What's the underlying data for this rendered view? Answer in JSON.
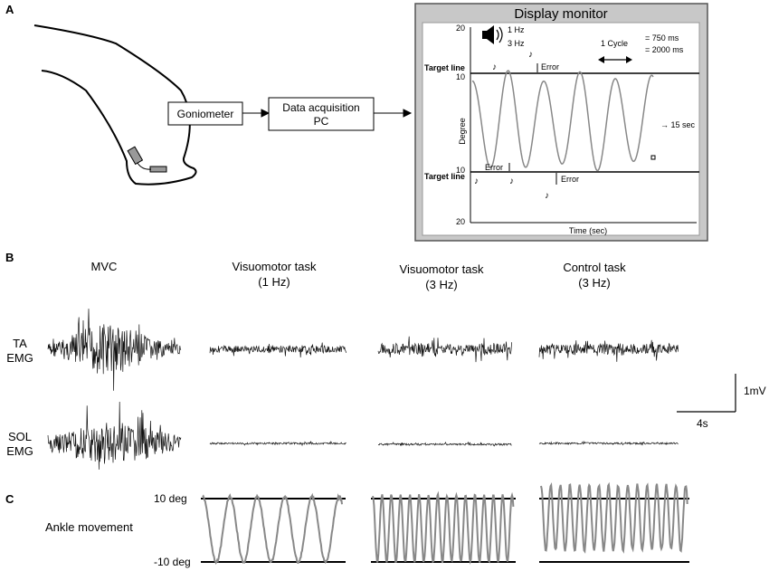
{
  "panels": {
    "a": "A",
    "b": "B",
    "c": "C"
  },
  "panel_a": {
    "goniometer": "Goniometer",
    "daq_line1": "Data acquisition",
    "daq_line2": "PC",
    "monitor": {
      "title": "Display monitor",
      "freq_1": "1 Hz",
      "freq_3": "3 Hz",
      "cycle_label": "1 Cycle",
      "cycle_750": "= 750 ms",
      "cycle_2000": "= 2000 ms",
      "duration": "→ 15 sec",
      "target_top": "Target line",
      "target_bottom": "Target line",
      "error_top": "Error",
      "error_left": "Error",
      "error_bottom": "Error",
      "y_axis": "Degree",
      "x_axis": "Time (sec)",
      "ticks": [
        "20",
        "10",
        "10",
        "20"
      ],
      "note_glyph": "♪"
    }
  },
  "panel_b": {
    "columns": [
      {
        "line1": "MVC",
        "line2": ""
      },
      {
        "line1": "Visuomotor task",
        "line2": "(1 Hz)"
      },
      {
        "line1": "Visuomotor task",
        "line2": "(3 Hz)"
      },
      {
        "line1": "Control task",
        "line2": "(3 Hz)"
      }
    ],
    "rows": [
      {
        "line1": "TA",
        "line2": "EMG"
      },
      {
        "line1": "SOL",
        "line2": "EMG"
      }
    ],
    "scale_y": "1mV",
    "scale_x": "4s"
  },
  "panel_c": {
    "row_label": "Ankle movement",
    "upper": "10 deg",
    "lower": "-10 deg"
  },
  "colors": {
    "trace": "#888888",
    "emg": "#111111",
    "monitor_bg": "#c8c8c8"
  }
}
